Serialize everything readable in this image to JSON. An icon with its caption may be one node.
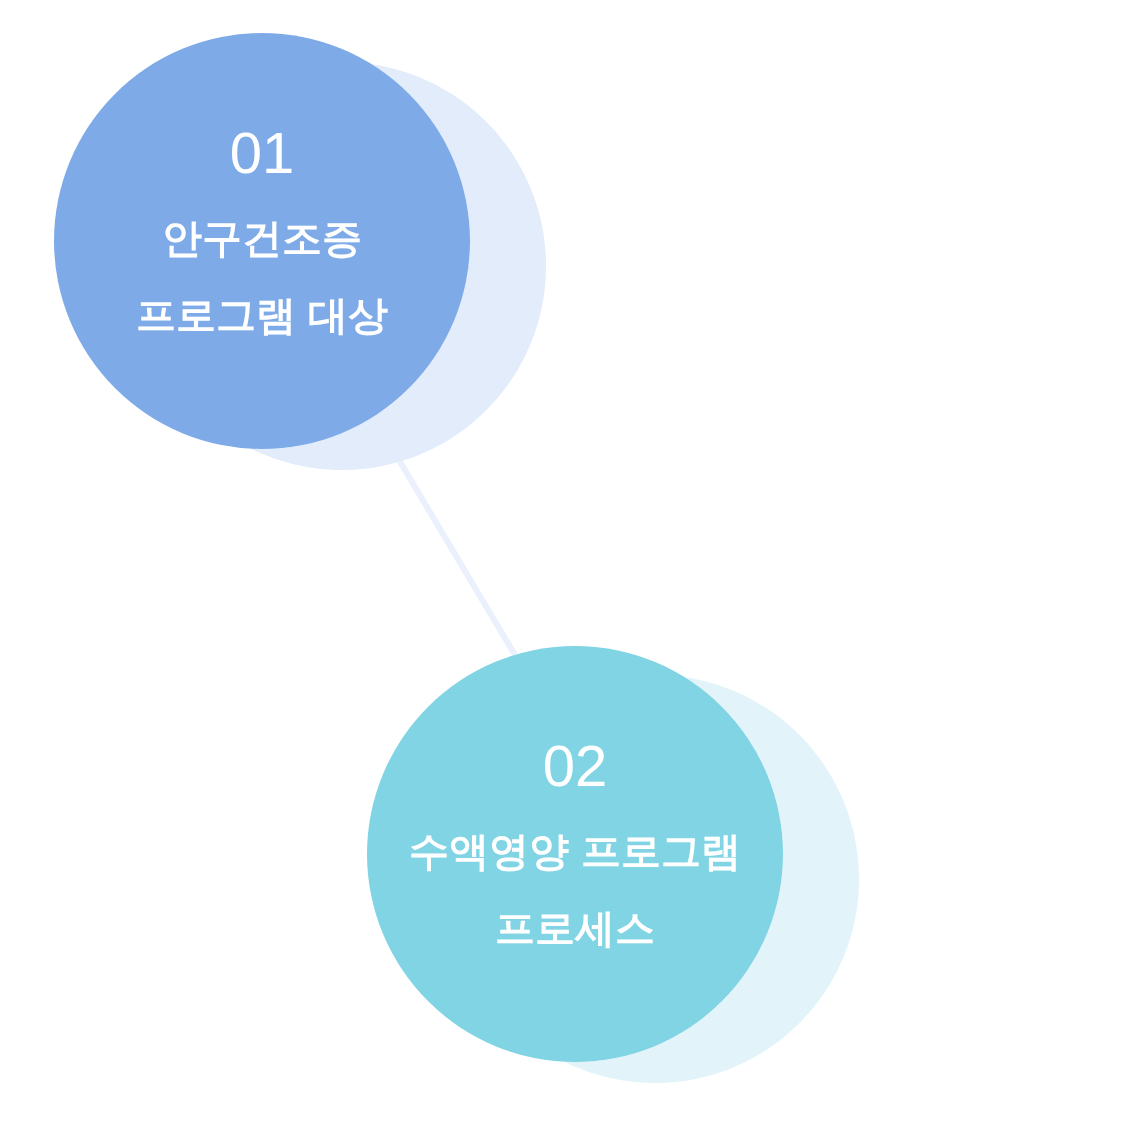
{
  "diagram": {
    "nodes": [
      {
        "text": [
          "01",
          "안구건조증 프로그램 대상"
        ]
      },
      {
        "text": [],
        "shape": "circle"
      },
      {
        "text": [
          "02",
          "수액영양 프로그램 프로세스"
        ]
      },
      {
        "text": [],
        "shape": "circle"
      }
    ],
    "edges": [
      {
        "from": 1,
        "to": 2,
        "arrow": "none"
      }
    ]
  }
}
